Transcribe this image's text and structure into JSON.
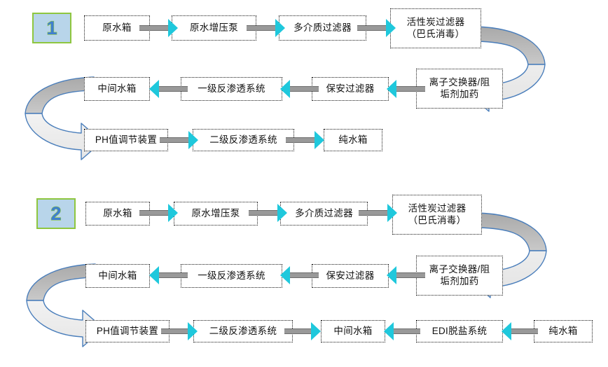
{
  "diagrams": [
    {
      "badge": "1",
      "rows": [
        {
          "direction": "right",
          "nodes": [
            {
              "label": "原水箱"
            },
            {
              "label": "原水增压泵"
            },
            {
              "label": "多介质过滤器"
            },
            {
              "label": "活性炭过滤器\n（巴氏消毒）"
            }
          ]
        },
        {
          "direction": "left",
          "nodes": [
            {
              "label": "中间水箱"
            },
            {
              "label": "一级反渗透系统"
            },
            {
              "label": "保安过滤器"
            },
            {
              "label": "离子交换器/阻\n垢剂加药"
            }
          ]
        },
        {
          "direction": "right",
          "nodes": [
            {
              "label": "PH值调节装置"
            },
            {
              "label": "二级反渗透系统"
            },
            {
              "label": "纯水箱"
            }
          ]
        }
      ],
      "turns": [
        {
          "side": "right",
          "name": "u-turn-arrow-right"
        },
        {
          "side": "left",
          "name": "u-turn-arrow-left"
        }
      ]
    },
    {
      "badge": "2",
      "rows": [
        {
          "direction": "right",
          "nodes": [
            {
              "label": "原水箱"
            },
            {
              "label": "原水增压泵"
            },
            {
              "label": "多介质过滤器"
            },
            {
              "label": "活性炭过滤器\n（巴氏消毒）"
            }
          ]
        },
        {
          "direction": "left",
          "nodes": [
            {
              "label": "中间水箱"
            },
            {
              "label": "一级反渗透系统"
            },
            {
              "label": "保安过滤器"
            },
            {
              "label": "离子交换器/阻\n垢剂加药"
            }
          ]
        },
        {
          "direction": "mixed",
          "nodes": [
            {
              "label": "PH值调节装置"
            },
            {
              "label": "二级反渗透系统"
            },
            {
              "label": "中间水箱"
            },
            {
              "label": "EDI脱盐系统"
            },
            {
              "label": "纯水箱"
            }
          ]
        }
      ],
      "turns": [
        {
          "side": "right",
          "name": "u-turn-arrow-right"
        },
        {
          "side": "left",
          "name": "u-turn-arrow-left"
        }
      ]
    }
  ],
  "colors": {
    "badge_fill": "#b8d5ea",
    "badge_border": "#8ec63f",
    "badge_text": "#3f7fd0",
    "arrow_head": "#1fc8dc",
    "connector_bar": "#999999",
    "uturn_outline": "#4a7ebb",
    "uturn_fill_dark": "#b5b5b5",
    "uturn_fill_light": "#f0f0f0",
    "node_border": "#1a1a1a",
    "background": "#ffffff"
  }
}
